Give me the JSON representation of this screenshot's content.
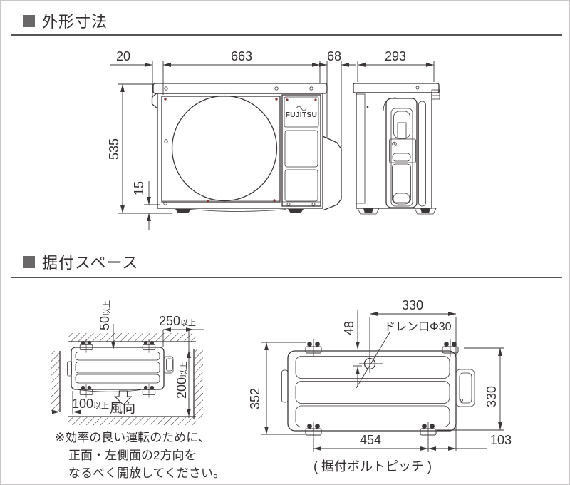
{
  "dimensions_section": {
    "title": "外形寸法",
    "front": {
      "dim_left": "20",
      "dim_width": "663",
      "dim_right": "68",
      "dim_height": "535",
      "dim_base": "15",
      "brand": "FUJITSU"
    },
    "side": {
      "dim_depth": "293"
    }
  },
  "installation_section": {
    "title": "据付スペース",
    "clearances": {
      "back_value": "50",
      "back_unit": "以上",
      "side_value": "250",
      "side_unit": "以上",
      "front_right_value": "200",
      "front_right_unit": "以上",
      "left_value": "100",
      "left_unit": "以上",
      "wind": "風向"
    },
    "note": {
      "line1": "※効率の良い運転のために、",
      "line2": "正面・左側面の2方向を",
      "line3": "なるべく開放してください。"
    },
    "bolt_layout": {
      "top_pitch": "330",
      "drain_offset": "48",
      "drain_label": "ドレン口Φ30",
      "depth": "352",
      "right_pitch": "330",
      "bottom_pitch": "454",
      "right_edge": "103",
      "caption": "( 据付ボルトピッチ )"
    }
  }
}
